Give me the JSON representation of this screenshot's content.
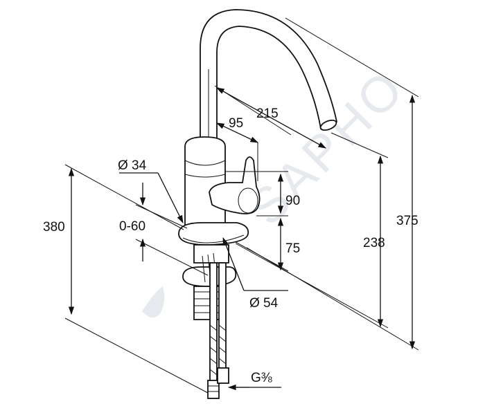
{
  "dimensions": {
    "spout_reach": "215",
    "handle_reach": "95",
    "body_diameter": "Ø 34",
    "mounting_thickness": "0-60",
    "overall_under": "380",
    "handle_height": "90",
    "base_to_handle": "75",
    "base_diameter": "Ø 54",
    "spout_outlet_height": "238",
    "overall_height": "375",
    "connection_thread": "G⅜"
  },
  "watermark": "SAPHO",
  "colors": {
    "ink": "#111111",
    "watermark": "#dfe3e8"
  }
}
